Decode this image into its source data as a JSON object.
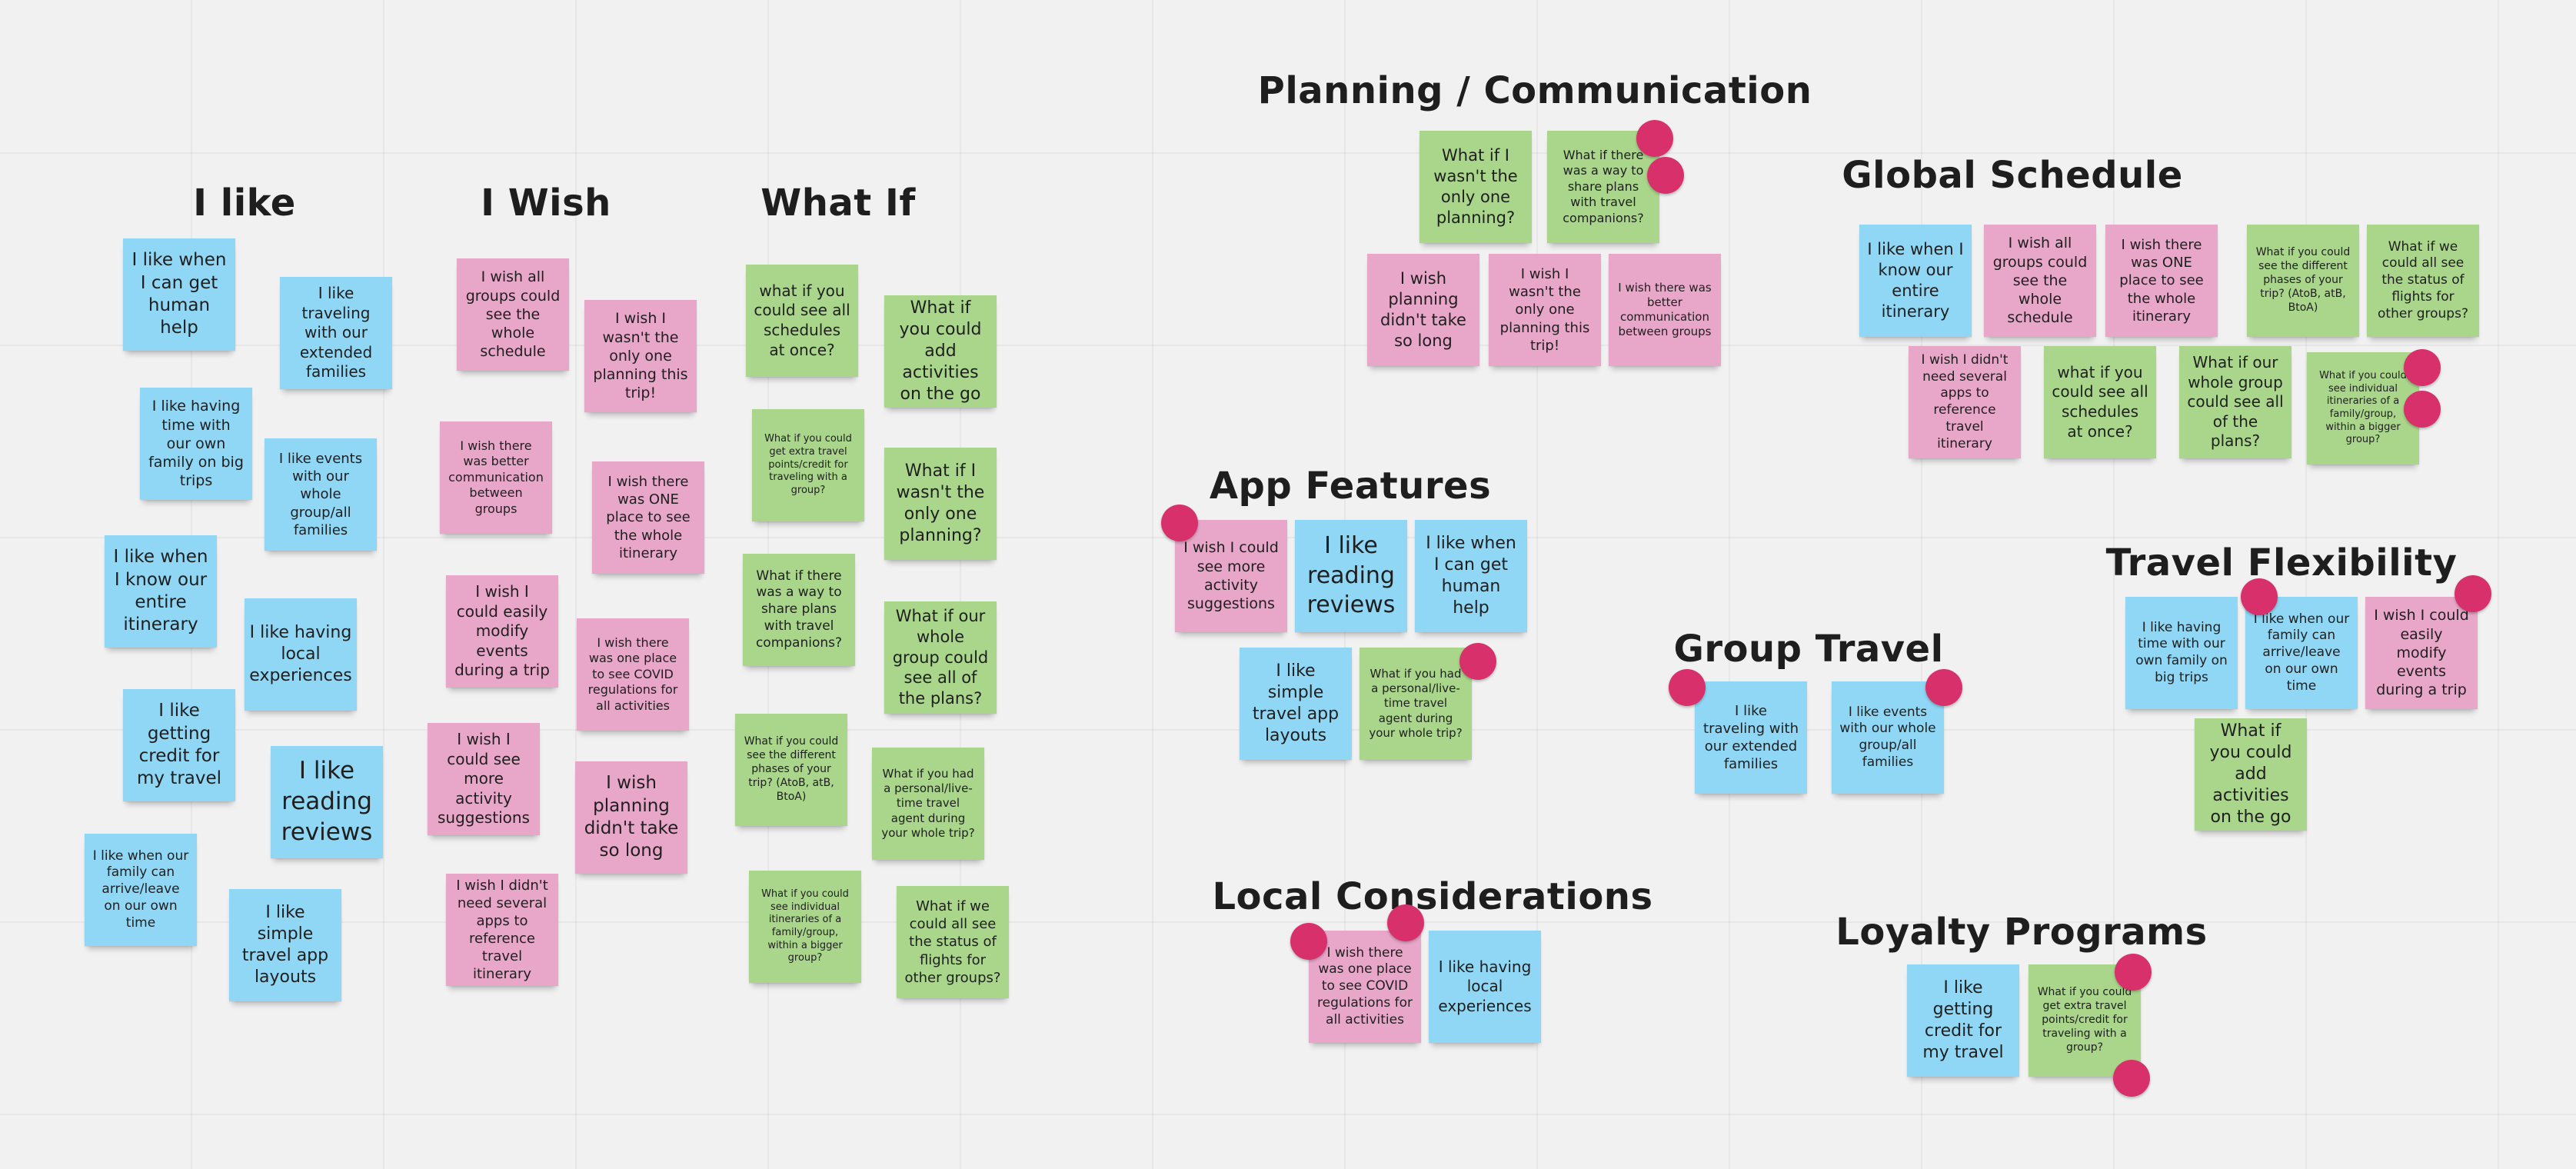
{
  "colors": {
    "board": "#f1f1f1",
    "blue": "#8fd7f5",
    "pink": "#e8a6c8",
    "green": "#a9d68a",
    "vote_dot": "#d8306b"
  },
  "headings": {
    "i_like": "I like",
    "i_wish": "I Wish",
    "what_if": "What If",
    "planning_communication": "Planning / Communication",
    "global_schedule": "Global Schedule",
    "app_features": "App Features",
    "travel_flexibility": "Travel Flexibility",
    "group_travel": "Group Travel",
    "local_considerations": "Local Considerations",
    "loyalty_programs": "Loyalty Programs"
  },
  "notes": {
    "like": [
      "I like when I can get human help",
      "I like traveling with our extended families",
      "I like having time with our own family on big trips",
      "I like events with our whole group/all families",
      "I like when I know our entire itinerary",
      "I like having local experiences",
      "I like getting credit for my travel",
      "I like reading reviews",
      "I like when our family can arrive/leave on our own time",
      "I like simple travel app layouts"
    ],
    "wish": [
      "I wish all groups could see the whole schedule",
      "I wish I wasn't the only one planning this trip!",
      "I wish there was better communication between groups",
      "I wish there was ONE place to see the whole itinerary",
      "I wish I could easily modify events during a trip",
      "I wish there was one place to see COVID regulations for all activities",
      "I wish I could see more activity suggestions",
      "I wish planning didn't take so long",
      "I wish I didn't need several apps to reference travel itinerary"
    ],
    "whatif": [
      "what if you could see all schedules at once?",
      "What if you could add activities on the go",
      "What if you could get extra travel points/credit for traveling with a group?",
      "What if I wasn't the only one planning?",
      "What if there was a way to share plans with travel companions?",
      "What if our whole group could see all of the plans?",
      "What if you could see the different phases of your trip? (AtoB, atB, BtoA)",
      "What if you had a personal/live-time travel agent during your whole trip?",
      "What if you could see individual itineraries of a family/group, within a bigger group?",
      "What if we could all see the status of flights for other groups?"
    ],
    "planning": [
      "What if I wasn't the only one planning?",
      "What if there was a way to share plans with travel companions?",
      "I wish planning didn't take so long",
      "I wish I wasn't the only one planning this trip!",
      "I wish there was better communication between groups"
    ],
    "global": [
      "I like when I know our entire itinerary",
      "I wish all groups could see the whole schedule",
      "I wish there was ONE place to see the whole itinerary",
      "What if you could see the different phases of your trip? (AtoB, atB, BtoA)",
      "What if we could all see the status of flights for other groups?",
      "I wish I didn't need several apps to reference travel itinerary",
      "what if you could see all schedules at once?",
      "What if our whole group could see all of the plans?",
      "What if you could see individual itineraries of a family/group, within a bigger group?"
    ],
    "app": [
      "I wish I could see more activity suggestions",
      "I like reading reviews",
      "I like when I can get human help",
      "I like simple travel app layouts",
      "What if you had a personal/live-time travel agent during your whole trip?"
    ],
    "flex": [
      "I like having time with our own family on big trips",
      "I like when our family can arrive/leave on our own time",
      "I wish I could easily modify events during a trip",
      "What if you could add activities on the go"
    ],
    "group": [
      "I like traveling with our extended families",
      "I like events with our whole group/all families"
    ],
    "local": [
      "I wish there was one place to see COVID regulations for all activities",
      "I like having local experiences"
    ],
    "loyalty": [
      "I like getting credit for my travel",
      "What if you could get extra travel points/credit for traveling with a group?"
    ]
  }
}
